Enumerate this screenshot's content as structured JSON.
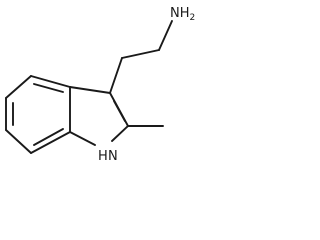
{
  "molecule": {
    "amine_label": "NH",
    "amine_subscript": "2",
    "ring_nh_label": "H",
    "ring_n_label": "N"
  }
}
